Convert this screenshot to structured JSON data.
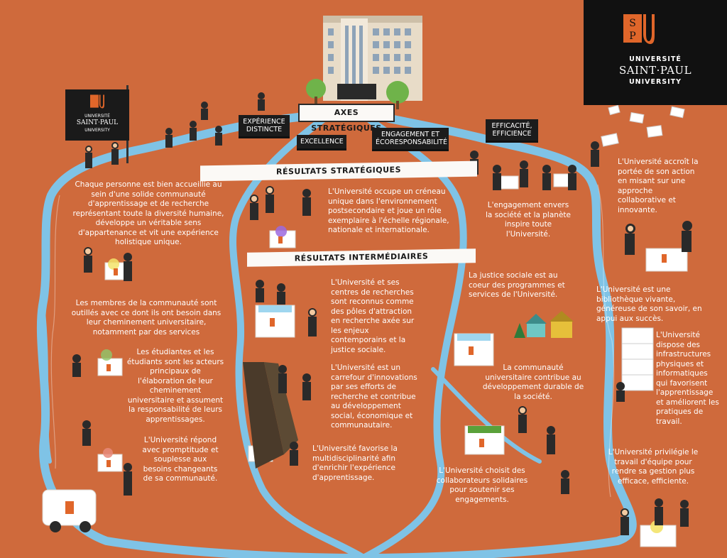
{
  "logo": {
    "line1": "UNIVERSITÉ",
    "line2": "SAINT·PAUL",
    "line3": "UNIVERSITY"
  },
  "flag": {
    "line1": "UNIVERSITÉ",
    "line2": "SAINT·PAUL",
    "line3": "UNIVERSITY"
  },
  "colors": {
    "background": "#cf6a3c",
    "river": "#7fc3e6",
    "sign": "#1c1c1c",
    "band": "#fbf9f6",
    "brand": "#e0662a"
  },
  "headline": "AXES STRATÉGIQUES",
  "axes": [
    "EXPÉRIENCE DISTINCTE",
    "EXCELLENCE",
    "ENGAGEMENT ET ÉCORESPONSABILITÉ",
    "EFFICACITÉ, EFFICIENCE"
  ],
  "bands": {
    "strategic": "RÉSULTATS STRATÉGIQUES",
    "intermediate": "RÉSULTATS INTERMÉDIAIRES"
  },
  "strategic_results": {
    "left": "Chaque personne est bien accueillie au sein d'une solide communauté d'apprentissage et de recherche représentant toute la diversité humaine, développe un véritable sens d'appartenance et vit une expérience holistique unique.",
    "center": "L'Université occupe un créneau unique dans l'environnement postsecondaire et joue un rôle exemplaire à l'échelle régionale, nationale et internationale.",
    "right": "L'engagement envers la société et la planète inspire toute l'Université.",
    "far_right": "L'Université accroît la portée de son action en misant sur une approche collaborative et innovante."
  },
  "intermediate_left": [
    "Les membres de la communauté sont outillés avec ce dont ils ont besoin dans leur cheminement universitaire, notamment par des services",
    "Les étudiantes et les étudiants sont les acteurs principaux de l'élaboration de leur cheminement universitaire et assument la responsabilité de leurs apprentissages.",
    "L'Université répond avec promptitude et souplesse aux besoins changeants de sa communauté."
  ],
  "intermediate_center": [
    "L'Université et ses centres de recherches sont reconnus comme des pôles d'attraction en recherche axée sur les enjeux contemporains et la justice sociale.",
    "L'Université est un carrefour d'innovations par ses efforts de recherche et contribue au développement social, économique et communautaire.",
    "L'Université favorise la multidisciplinarité afin d'enrichir l'expérience d'apprentissage."
  ],
  "intermediate_right": [
    "La justice sociale est au coeur des programmes et services de l'Université.",
    "La communauté universitaire contribue au développement durable de la société.",
    "L'Université choisit des collaborateurs solidaires pour soutenir ses engagements."
  ],
  "intermediate_far_right": [
    "L'Université est une bibliothèque vivante, généreuse de son savoir, en appui aux succès.",
    "L'Université dispose des infrastructures physiques et informatiques qui favorisent l'apprentissage et améliorent les pratiques de travail.",
    "L'Université privilégie le travail d'équipe pour rendre sa gestion plus efficace, efficiente."
  ]
}
